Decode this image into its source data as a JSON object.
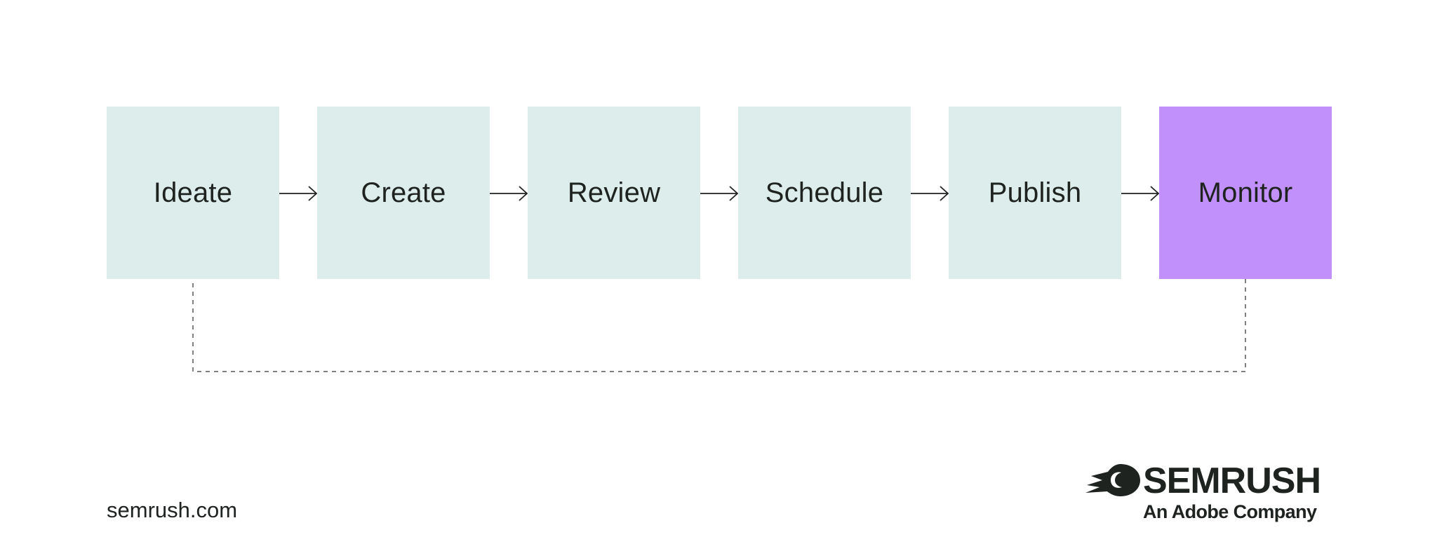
{
  "diagram": {
    "steps": [
      {
        "label": "Ideate",
        "highlight": false
      },
      {
        "label": "Create",
        "highlight": false
      },
      {
        "label": "Review",
        "highlight": false
      },
      {
        "label": "Schedule",
        "highlight": false
      },
      {
        "label": "Publish",
        "highlight": false
      },
      {
        "label": "Monitor",
        "highlight": true
      }
    ],
    "loop_back": {
      "from": "Monitor",
      "to": "Ideate",
      "style": "dashed"
    }
  },
  "colors": {
    "step_fill": "#dcedeb",
    "highlight_fill": "#c190fb",
    "text": "#1f2320",
    "arrow": "#1f2320",
    "loop_line": "#808080"
  },
  "footer": {
    "url": "semrush.com"
  },
  "brand": {
    "name": "SEMRUSH",
    "tagline": "An Adobe Company",
    "icon": "semrush-fireball-icon"
  }
}
